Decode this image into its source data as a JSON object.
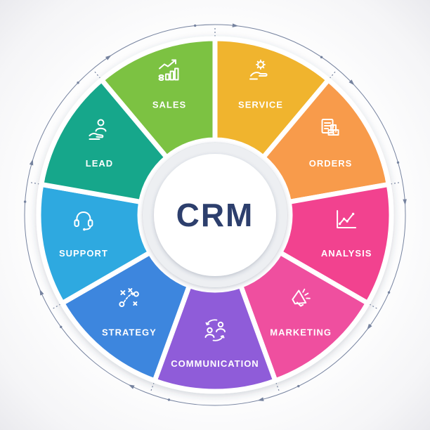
{
  "diagram": {
    "type": "circular-infographic",
    "center": {
      "label": "CRM",
      "text_color": "#2d3f6d",
      "outer_circle_color": "#edeff2",
      "inner_circle_color": "#ffffff"
    },
    "label_color": "#ffffff",
    "ring_color": "#76839f",
    "segments": [
      {
        "label": "SALES",
        "color": "#7cc242",
        "icon": "sales-growth-chart-icon"
      },
      {
        "label": "SERVICE",
        "color": "#f0b42d",
        "icon": "service-hand-gear-icon"
      },
      {
        "label": "ORDERS",
        "color": "#f89b4c",
        "icon": "orders-checklist-boxes-icon"
      },
      {
        "label": "ANALYSIS",
        "color": "#f2438f",
        "icon": "analysis-line-chart-icon"
      },
      {
        "label": "MARKETING",
        "color": "#ef4f9f",
        "icon": "marketing-megaphone-icon"
      },
      {
        "label": "COMMUNICATION",
        "color": "#8f5bd9",
        "icon": "communication-people-arrows-icon"
      },
      {
        "label": "STRATEGY",
        "color": "#3d86de",
        "icon": "strategy-tactics-icon"
      },
      {
        "label": "SUPPORT",
        "color": "#2ea9e0",
        "icon": "support-headset-icon"
      },
      {
        "label": "LEAD",
        "color": "#17a78b",
        "icon": "lead-person-hand-icon"
      }
    ]
  }
}
